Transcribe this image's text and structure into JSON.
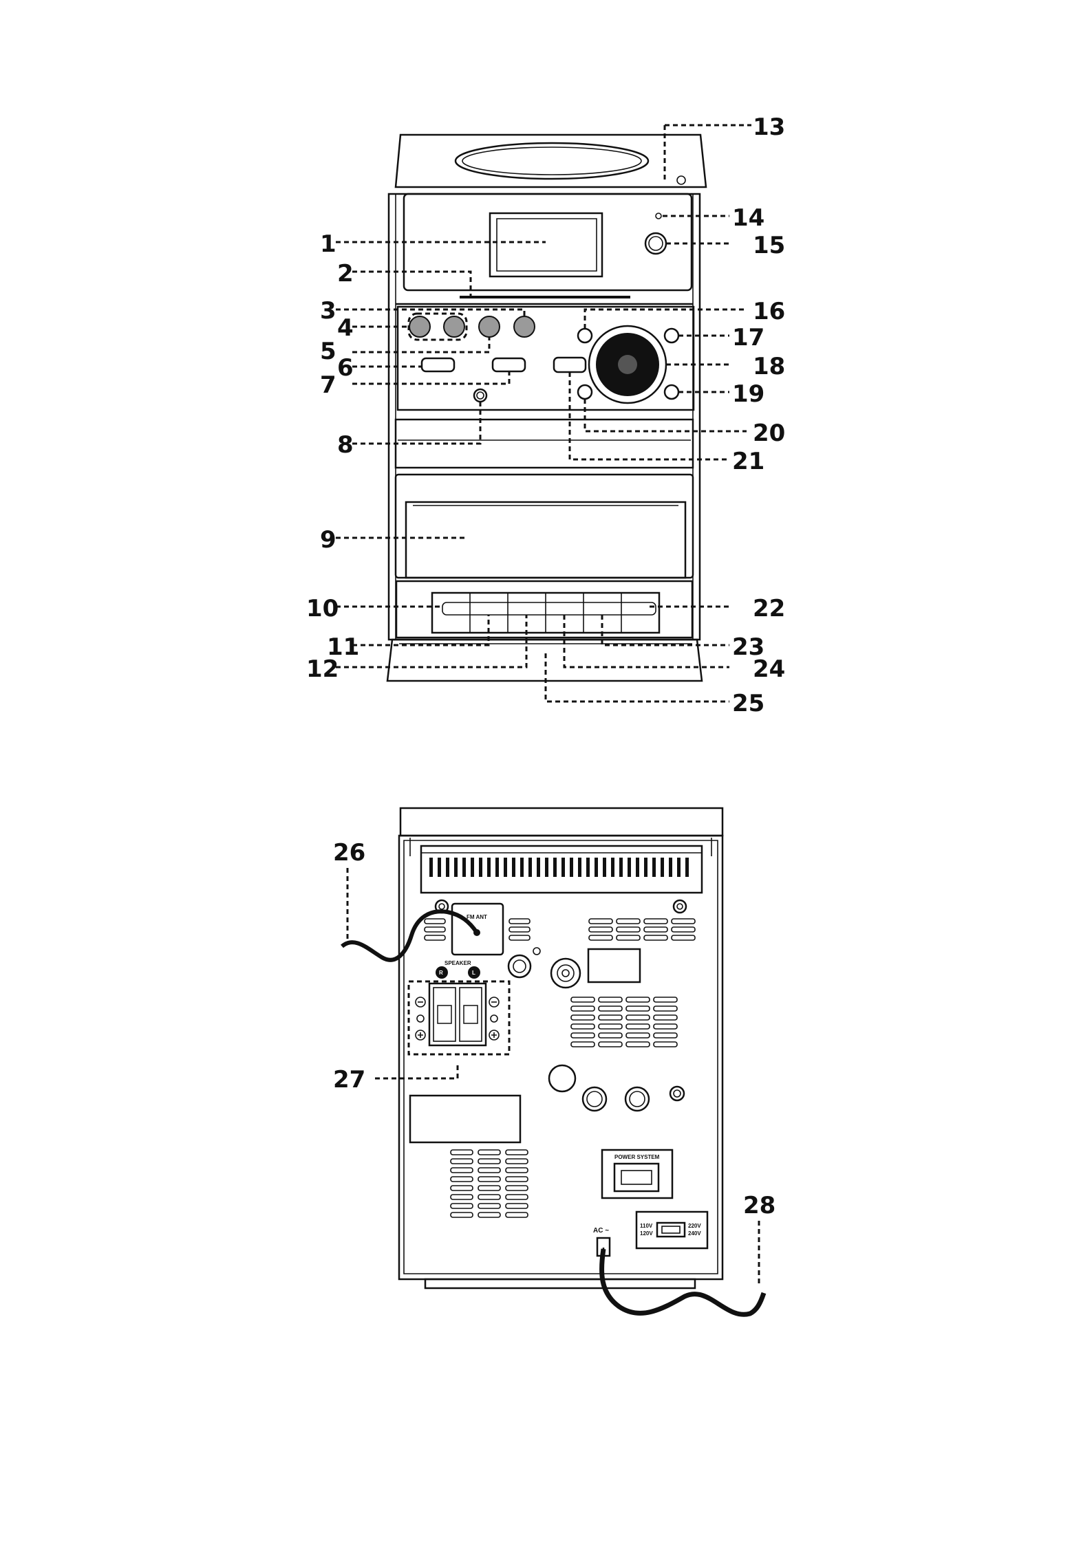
{
  "front_callouts": [
    "1",
    "2",
    "3",
    "4",
    "5",
    "6",
    "7",
    "8",
    "9",
    "10",
    "11",
    "12",
    "13",
    "14",
    "15",
    "16",
    "17",
    "18",
    "19",
    "20",
    "21",
    "22",
    "23",
    "24",
    "25"
  ],
  "rear_callouts": [
    "26",
    "27",
    "28"
  ],
  "rear_panel_text": {
    "fm_antenna": "FM ANT",
    "speaker": "SPEAKER",
    "speaker_right": "R",
    "speaker_left": "L",
    "power_system": "POWER SYSTEM",
    "ac_input": "AC ~",
    "voltage_left_top": "110V",
    "voltage_left_bottom": "120V",
    "voltage_right_top": "220V",
    "voltage_right_bottom": "240V"
  }
}
